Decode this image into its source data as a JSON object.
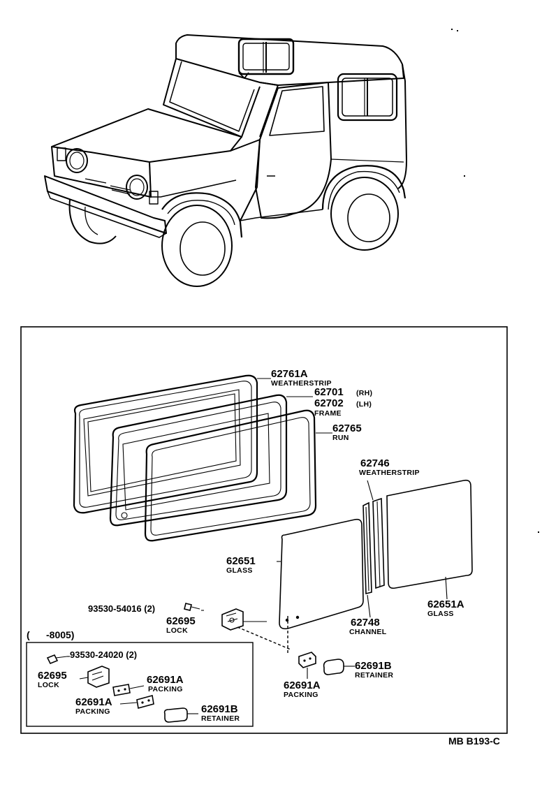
{
  "diagram_code": "MB B193-C",
  "labels": {
    "p62761a": {
      "number": "62761A",
      "name": "WEATHERSTRIP"
    },
    "p62701": {
      "number": "62701",
      "side": "(RH)"
    },
    "p62702": {
      "number": "62702",
      "side": "(LH)",
      "name": "FRAME"
    },
    "p62765": {
      "number": "62765",
      "name": "RUN"
    },
    "p62746": {
      "number": "62746",
      "name": "WEATHERSTRIP"
    },
    "p62651": {
      "number": "62651",
      "name": "GLASS"
    },
    "p62651a": {
      "number": "62651A",
      "name": "GLASS"
    },
    "p62748": {
      "number": "62748",
      "name": "CHANNEL"
    },
    "p93530_54016": {
      "number": "93530-54016 (2)"
    },
    "p62695": {
      "number": "62695",
      "name": "LOCK"
    },
    "p62691a": {
      "number": "62691A",
      "name": "PACKING"
    },
    "p62691b": {
      "number": "62691B",
      "name": "RETAINER"
    }
  },
  "inset": {
    "range": "(      -8005)",
    "p93530_24020": {
      "number": "93530-24020 (2)"
    },
    "p62695": {
      "number": "62695",
      "name": "LOCK"
    },
    "p62691a_1": {
      "number": "62691A",
      "name": "PACKING"
    },
    "p62691a_2": {
      "number": "62691A",
      "name": "PACKING"
    },
    "p62691b": {
      "number": "62691B",
      "name": "RETAINER"
    }
  }
}
